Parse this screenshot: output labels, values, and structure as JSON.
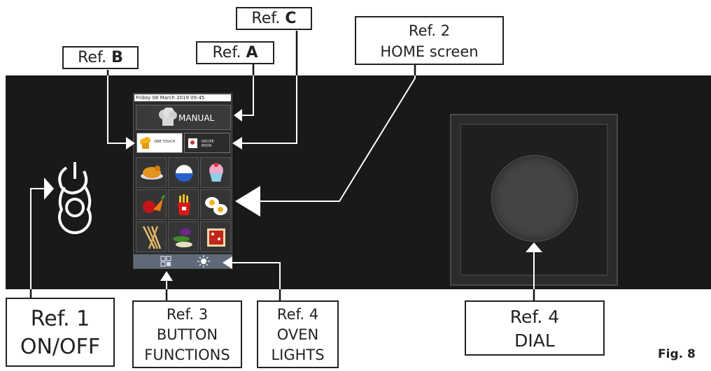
{
  "screen": {
    "date_time": "Friday 08 March 2019     09:45",
    "manual_label": "MANUAL",
    "tab_one_touch": "ONE TOUCH",
    "tab_recipe_book": "RECIPE BOOK"
  },
  "callouts": {
    "ref_c_prefix": "Ref.",
    "ref_c_letter": "C",
    "ref_b_prefix": "Ref.",
    "ref_b_letter": "B",
    "ref_a_prefix": "Ref.",
    "ref_a_letter": "A",
    "ref2_line1": "Ref. 2",
    "ref2_line2": "HOME screen",
    "ref1_line1": "Ref. 1",
    "ref1_line2": "ON/OFF",
    "ref3_line1": "Ref. 3",
    "ref3_line2": "BUTTON",
    "ref3_line3": "FUNCTIONS",
    "ref4a_line1": "Ref. 4",
    "ref4a_line2": "OVEN",
    "ref4a_line3": "LIGHTS",
    "ref4b_line1": "Ref. 4",
    "ref4b_line2": "DIAL"
  },
  "figure_label": "Fig. 8",
  "icons": [
    "power-icon",
    "chef-hat-icon",
    "roast-chicken-icon",
    "rice-bowl-icon",
    "cupcake-icon",
    "vegetables-icon",
    "fries-icon",
    "fried-eggs-icon",
    "breadsticks-icon",
    "grilled-vegetables-icon",
    "pizza-icon",
    "grid-menu-icon",
    "light-bulb-icon"
  ]
}
